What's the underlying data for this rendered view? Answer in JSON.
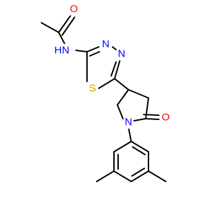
{
  "molecule": {
    "colors": {
      "bond": "#000000",
      "O": "#ff0000",
      "N": "#0000ff",
      "S": "#c8a800"
    },
    "labels": {
      "carbonyl_O_top": "O",
      "amide_N": "N",
      "amide_H": "H",
      "thiadiazole_N3": "N",
      "thiadiazole_N4": "N",
      "thiadiazole_S": "S",
      "pyrrolidine_N": "N",
      "lactam_O": "O"
    }
  }
}
